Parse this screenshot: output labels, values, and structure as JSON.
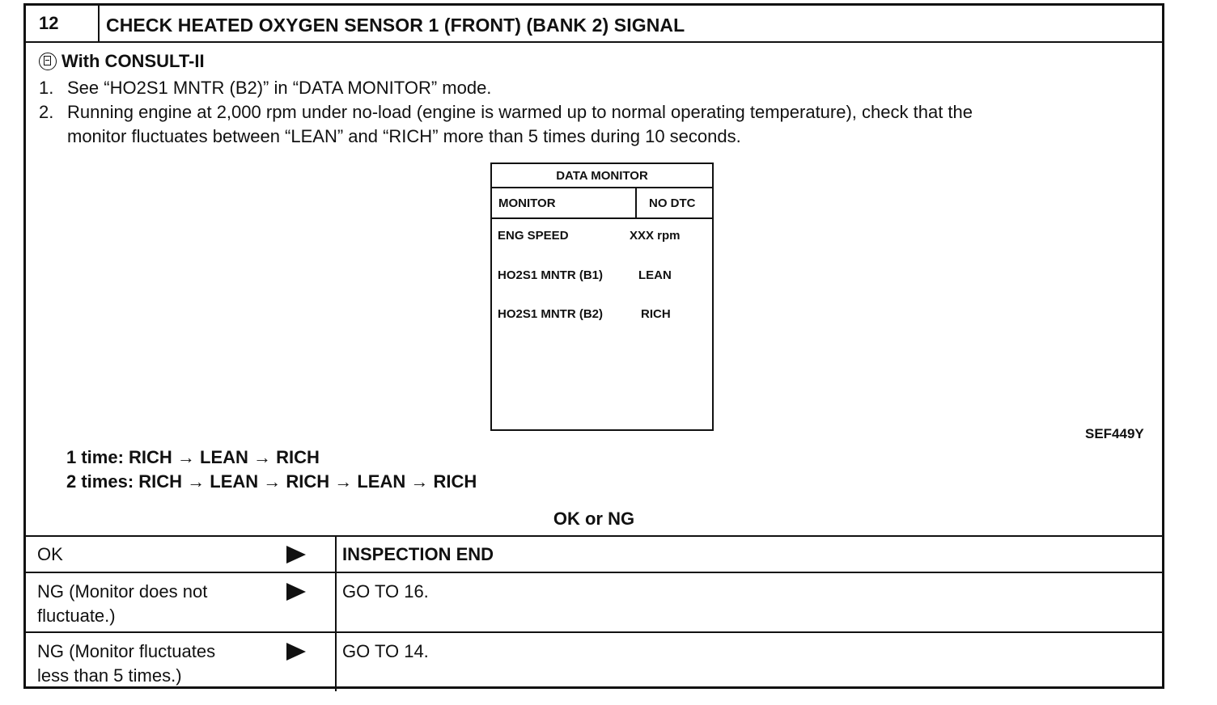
{
  "header": {
    "step_number": "12",
    "title": "CHECK HEATED OXYGEN SENSOR 1 (FRONT) (BANK 2) SIGNAL"
  },
  "procedure": {
    "consult_label": "With CONSULT-II",
    "consult_icon": "consult-tool-icon",
    "steps": [
      {
        "num": "1.",
        "text": "See “HO2S1 MNTR (B2)” in “DATA MONITOR” mode."
      },
      {
        "num": "2.",
        "line1": "Running engine at 2,000 rpm under no-load (engine is warmed up to normal operating temperature), check that the",
        "line2": "monitor fluctuates between “LEAN” and “RICH” more than 5 times during 10 seconds."
      }
    ]
  },
  "data_monitor": {
    "title": "DATA MONITOR",
    "col_left": "MONITOR",
    "col_right": "NO DTC",
    "rows": [
      {
        "item": "ENG SPEED",
        "value": "XXX rpm"
      },
      {
        "item": "HO2S1 MNTR (B1)",
        "value": "LEAN"
      },
      {
        "item": "HO2S1 MNTR (B2)",
        "value": "RICH"
      }
    ]
  },
  "figure_code": "SEF449Y",
  "sequences": [
    "1 time: RICH → LEAN → RICH",
    "2 times: RICH → LEAN → RICH → LEAN → RICH"
  ],
  "decision_label": "OK or NG",
  "results": [
    {
      "condition_line1": "OK",
      "condition_line2": "",
      "action": "INSPECTION END",
      "action_bold": true
    },
    {
      "condition_line1": "NG (Monitor does not",
      "condition_line2": "fluctuate.)",
      "action": "GO TO 16.",
      "action_bold": false
    },
    {
      "condition_line1": "NG (Monitor fluctuates",
      "condition_line2": "less than 5 times.)",
      "action": "GO TO 14.",
      "action_bold": false
    }
  ]
}
